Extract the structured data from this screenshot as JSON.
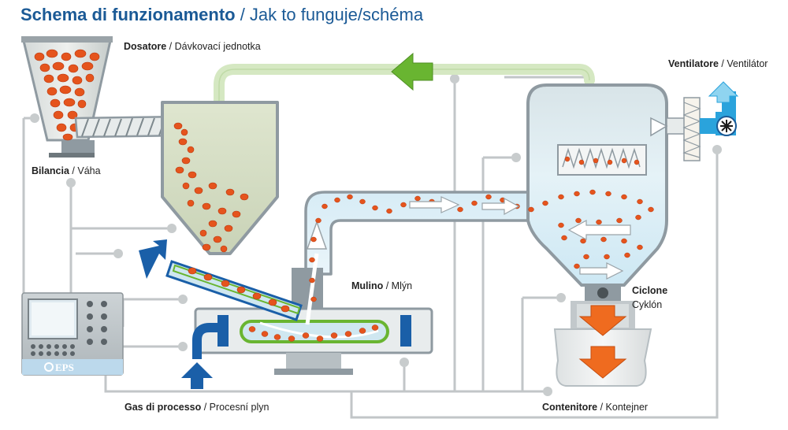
{
  "title": {
    "main": "Schema di funzionamento",
    "sub": " / Jak to funguje/schéma"
  },
  "labels": {
    "dosatore": {
      "it": "Dosatore",
      "cz": " / Dávkovací jednotka"
    },
    "bilancia": {
      "it": "Bilancia",
      "cz": " / Váha"
    },
    "ventilatore": {
      "it": "Ventilatore",
      "cz": " / Ventilátor"
    },
    "mulino": {
      "it": "Mulino",
      "cz": " / Mlýn"
    },
    "ciclone": {
      "it": "Ciclone",
      "cz": "Cyklón"
    },
    "gas": {
      "it": "Gas di processo",
      "cz": " / Procesní plyn"
    },
    "contenitore": {
      "it": "Contenitore",
      "cz": " / Kontejner"
    }
  },
  "controller": {
    "brand": "EPS"
  },
  "colors": {
    "title": "#1b5a96",
    "steel": "#8f9aa1",
    "green_return": "#69b531",
    "blue_inlet": "#1a5fa8",
    "material": "#e5541d",
    "cyclone_arrow": "#ef6b1f",
    "fan_blue": "#2aa3dc"
  }
}
